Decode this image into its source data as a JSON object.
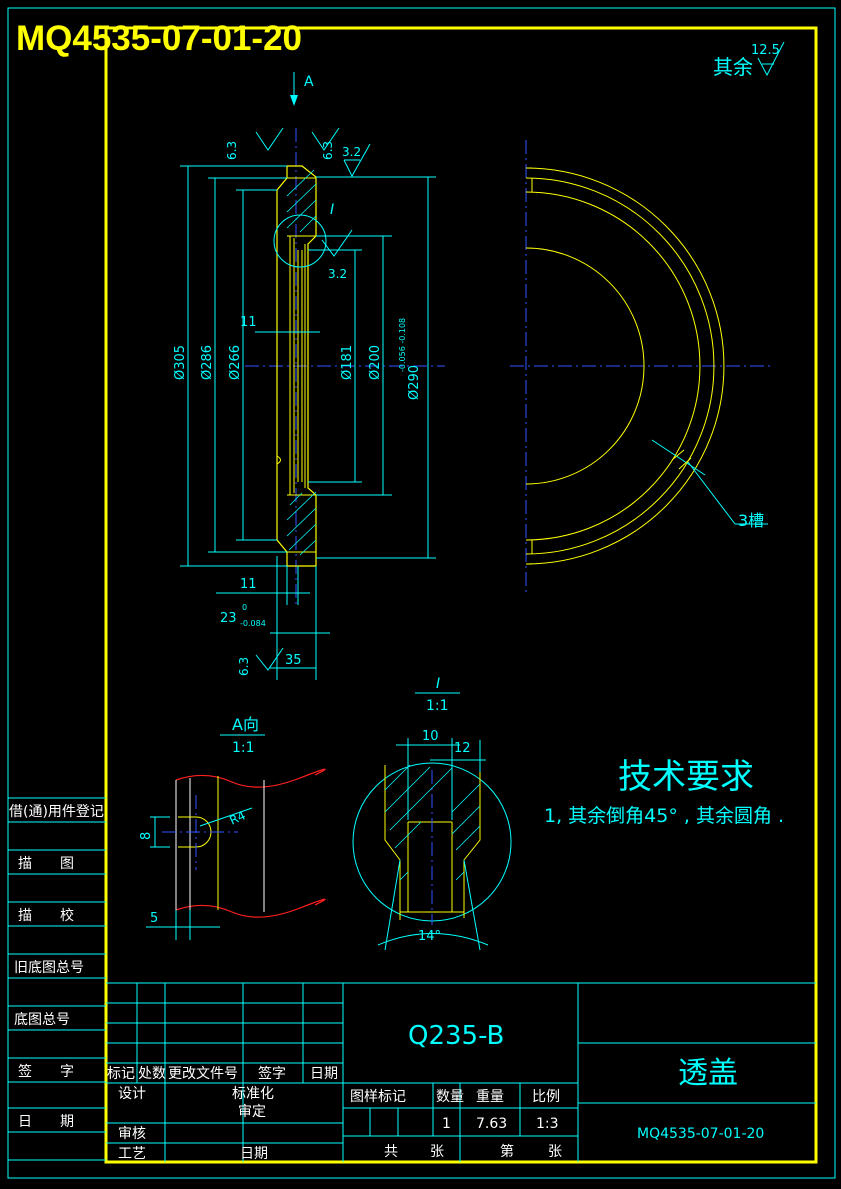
{
  "drawing": {
    "number_title": "MQ4535-07-01-20",
    "surface_rest_label": "其余",
    "surface_rest_value": "12.5",
    "view_arrow_label": "A",
    "detail_ref": "I"
  },
  "section_view": {
    "roughness": [
      "6.3",
      "6.3",
      "3.2",
      "3.2",
      "6.3"
    ],
    "dims": {
      "d305": "Ø305",
      "d286": "Ø286",
      "d266": "Ø266",
      "d181": "Ø181",
      "d200": "Ø200",
      "d290": "Ø290",
      "d290_tol": "-0.056 -0.108",
      "w11_top": "11",
      "w11_bottom": "11",
      "w23": "23",
      "w23_tol_upper": "0",
      "w23_tol_lower": "-0.084",
      "w35": "35"
    }
  },
  "half_view": {
    "slot_label": "3槽"
  },
  "view_a": {
    "title": "A向",
    "scale": "1:1",
    "dim_8": "8",
    "dim_r4": "R4",
    "dim_5": "5"
  },
  "detail_i": {
    "title": "I",
    "scale": "1:1",
    "dim_10": "10",
    "dim_12": "12",
    "angle": "14°"
  },
  "tech_req": {
    "title": "技术要求",
    "line1": "1, 其余倒角45° , 其余圆角  ."
  },
  "side_block": {
    "items": [
      "借(通)用件登记",
      "描　　图",
      "描　　校",
      "旧底图总号",
      "底图总号",
      "签　　字",
      "日　　期"
    ]
  },
  "title_block": {
    "material": "Q235-B",
    "part_name": "透盖",
    "part_number": "MQ4535-07-01-20",
    "rev_headers": [
      "标记",
      "处数",
      "更改文件号",
      "签字",
      "日期"
    ],
    "design": "设计",
    "standardize": "标准化",
    "approve": "审定",
    "review": "审核",
    "process": "工艺",
    "date": "日期",
    "headers": [
      "图样标记",
      "数量",
      "重量",
      "比例"
    ],
    "quantity": "1",
    "weight": "7.63",
    "scale": "1:3",
    "total": "共",
    "sheets": "张",
    "sheet_no": "第",
    "sheet_unit": "张"
  }
}
